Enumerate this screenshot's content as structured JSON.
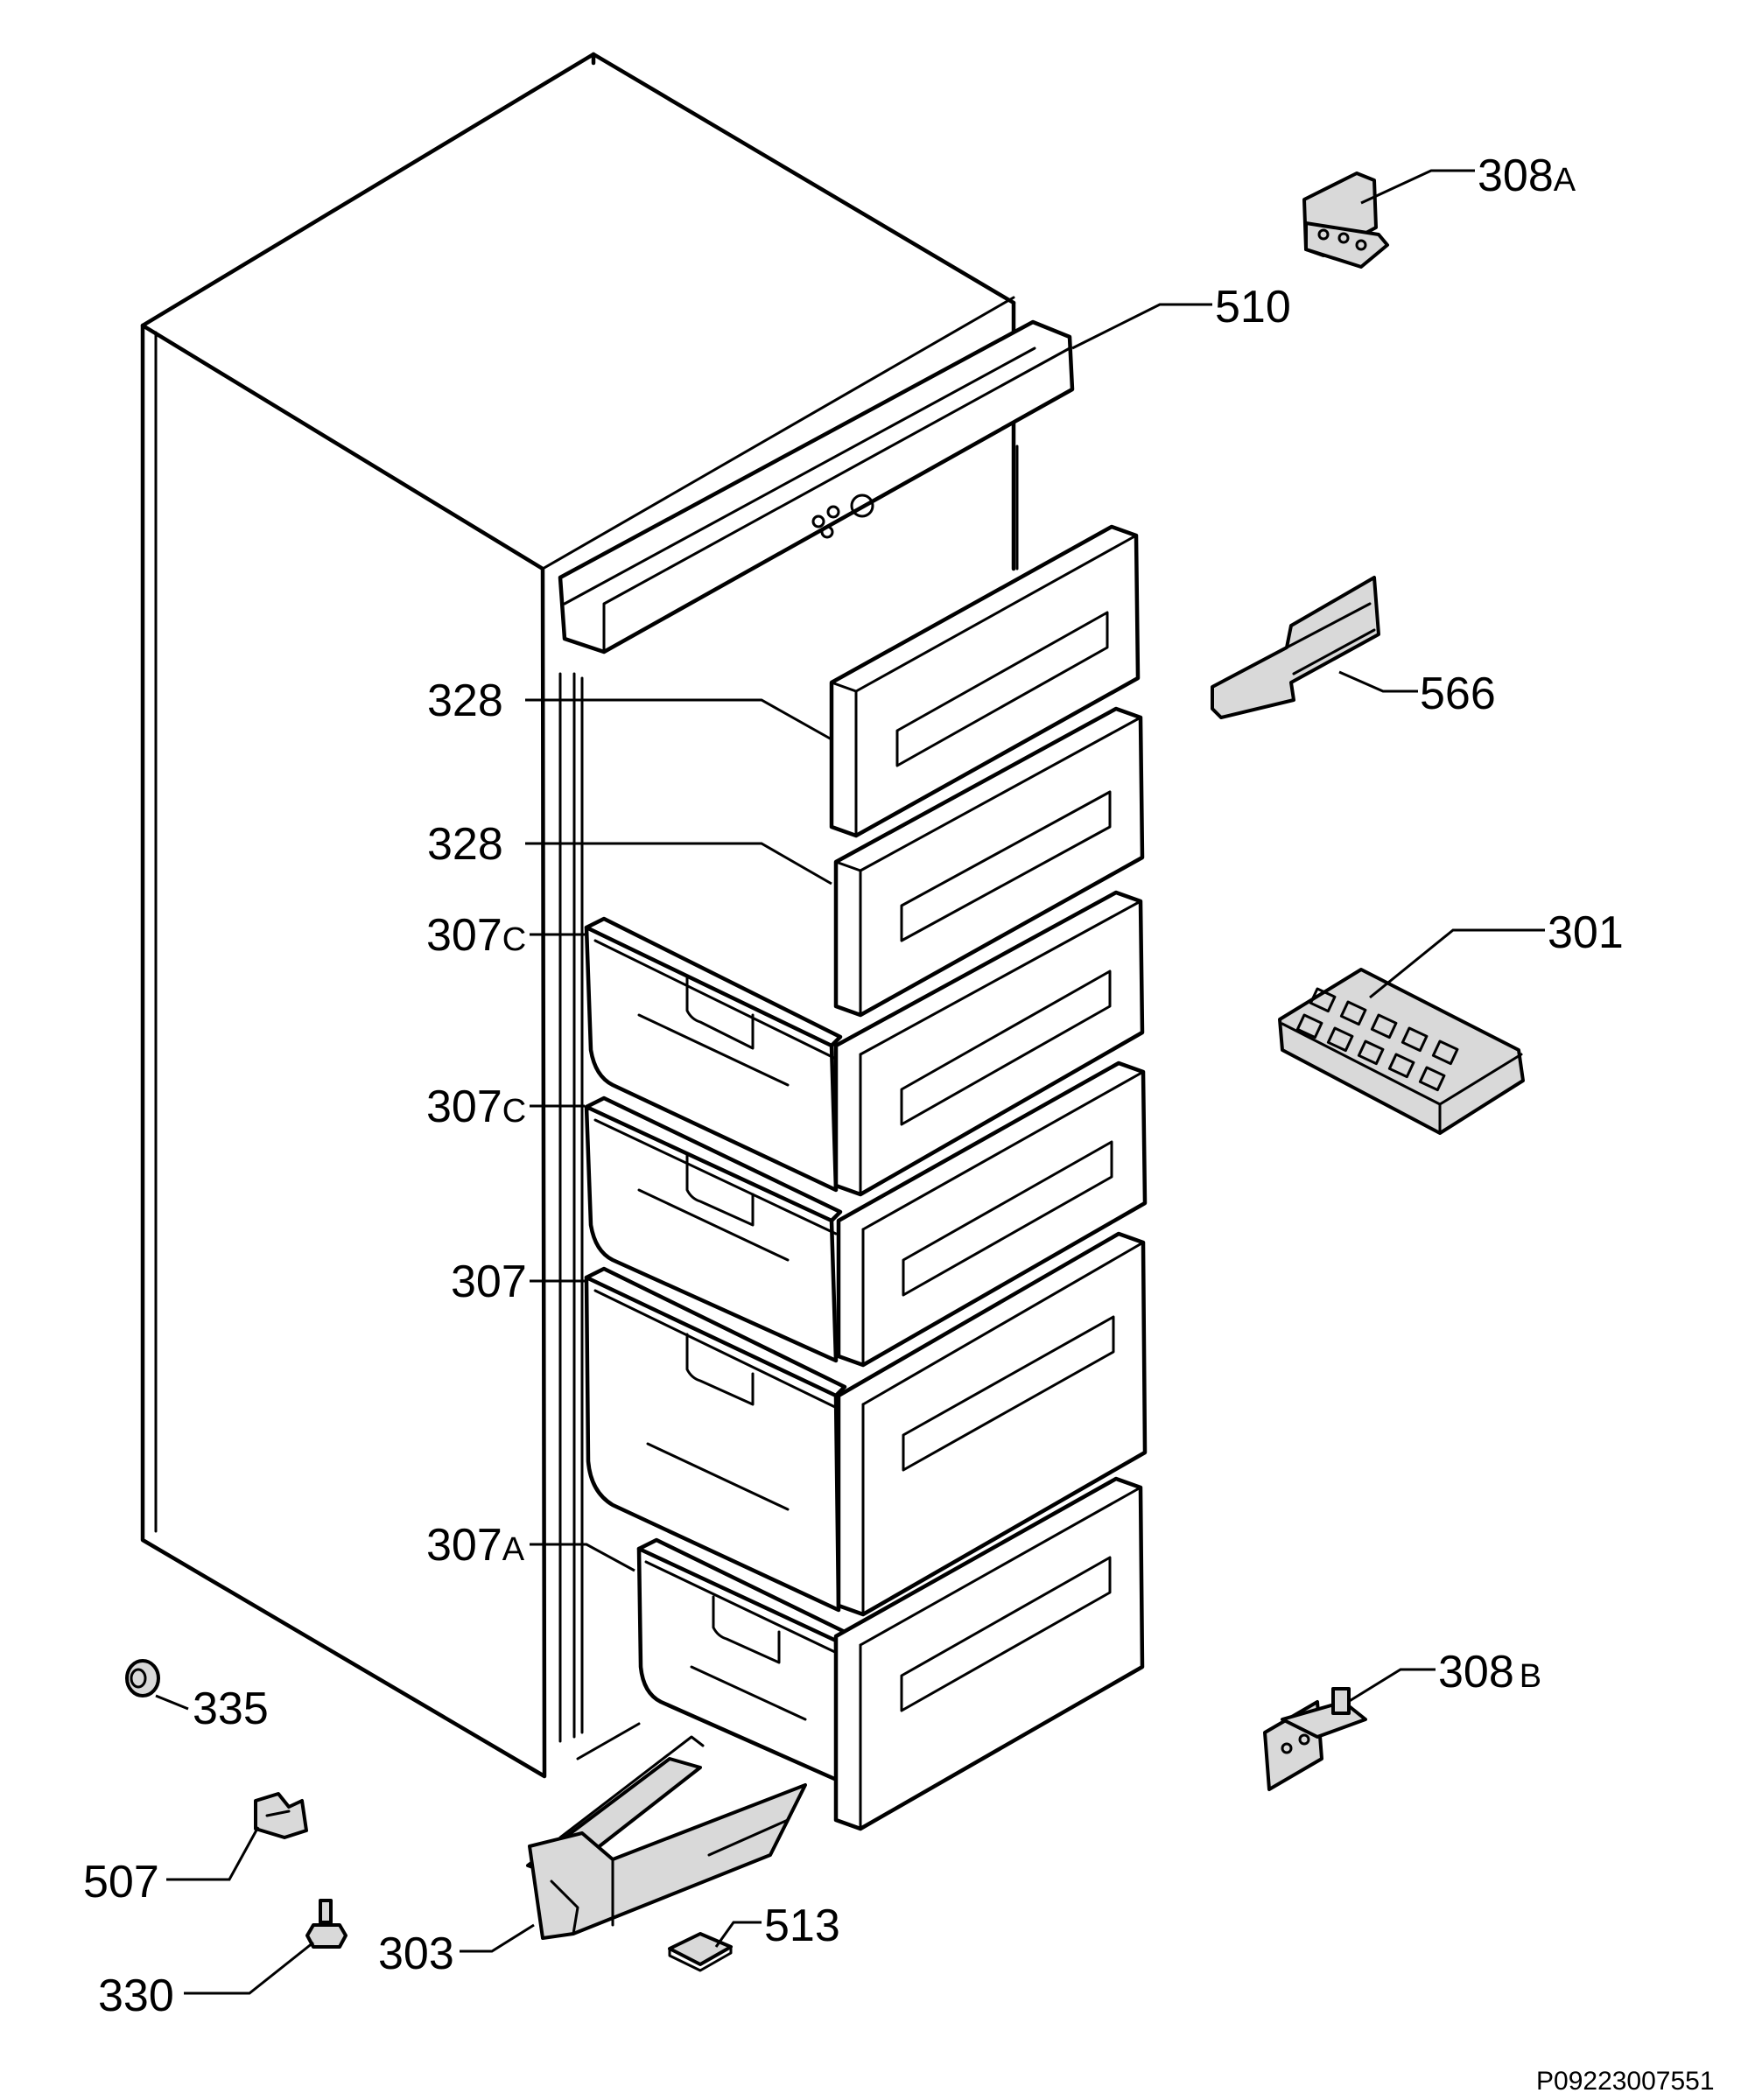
{
  "callouts": {
    "c308a": {
      "num": "308",
      "suffix": "A"
    },
    "c510": {
      "num": "510",
      "suffix": ""
    },
    "c566": {
      "num": "566",
      "suffix": ""
    },
    "c328_top": {
      "num": "328",
      "suffix": ""
    },
    "c328_second": {
      "num": "328",
      "suffix": ""
    },
    "c301": {
      "num": "301",
      "suffix": ""
    },
    "c307c_top": {
      "num": "307",
      "suffix": "C"
    },
    "c307c_second": {
      "num": "307",
      "suffix": "C"
    },
    "c307": {
      "num": "307",
      "suffix": ""
    },
    "c307a": {
      "num": "307",
      "suffix": "A"
    },
    "c308b": {
      "num": "308",
      "suffix": "B"
    },
    "c335": {
      "num": "335",
      "suffix": ""
    },
    "c507": {
      "num": "507",
      "suffix": ""
    },
    "c513": {
      "num": "513",
      "suffix": ""
    },
    "c303": {
      "num": "303",
      "suffix": ""
    },
    "c330": {
      "num": "330",
      "suffix": ""
    }
  },
  "drawing_code": "P09223007551"
}
